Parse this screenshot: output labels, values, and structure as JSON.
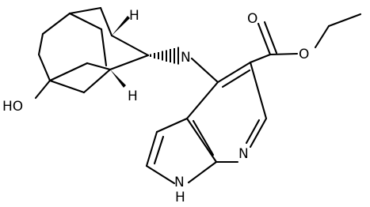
{
  "structure": {
    "labels": {
      "hydroxyl": "HO",
      "stereo_h_top": "H",
      "stereo_h_bottom": "H",
      "amine_n": "N",
      "carbonyl_o": "O",
      "ester_o": "O",
      "pyridine_n": "N",
      "pyrrole_nh": "N",
      "pyrrole_h": "H"
    }
  }
}
